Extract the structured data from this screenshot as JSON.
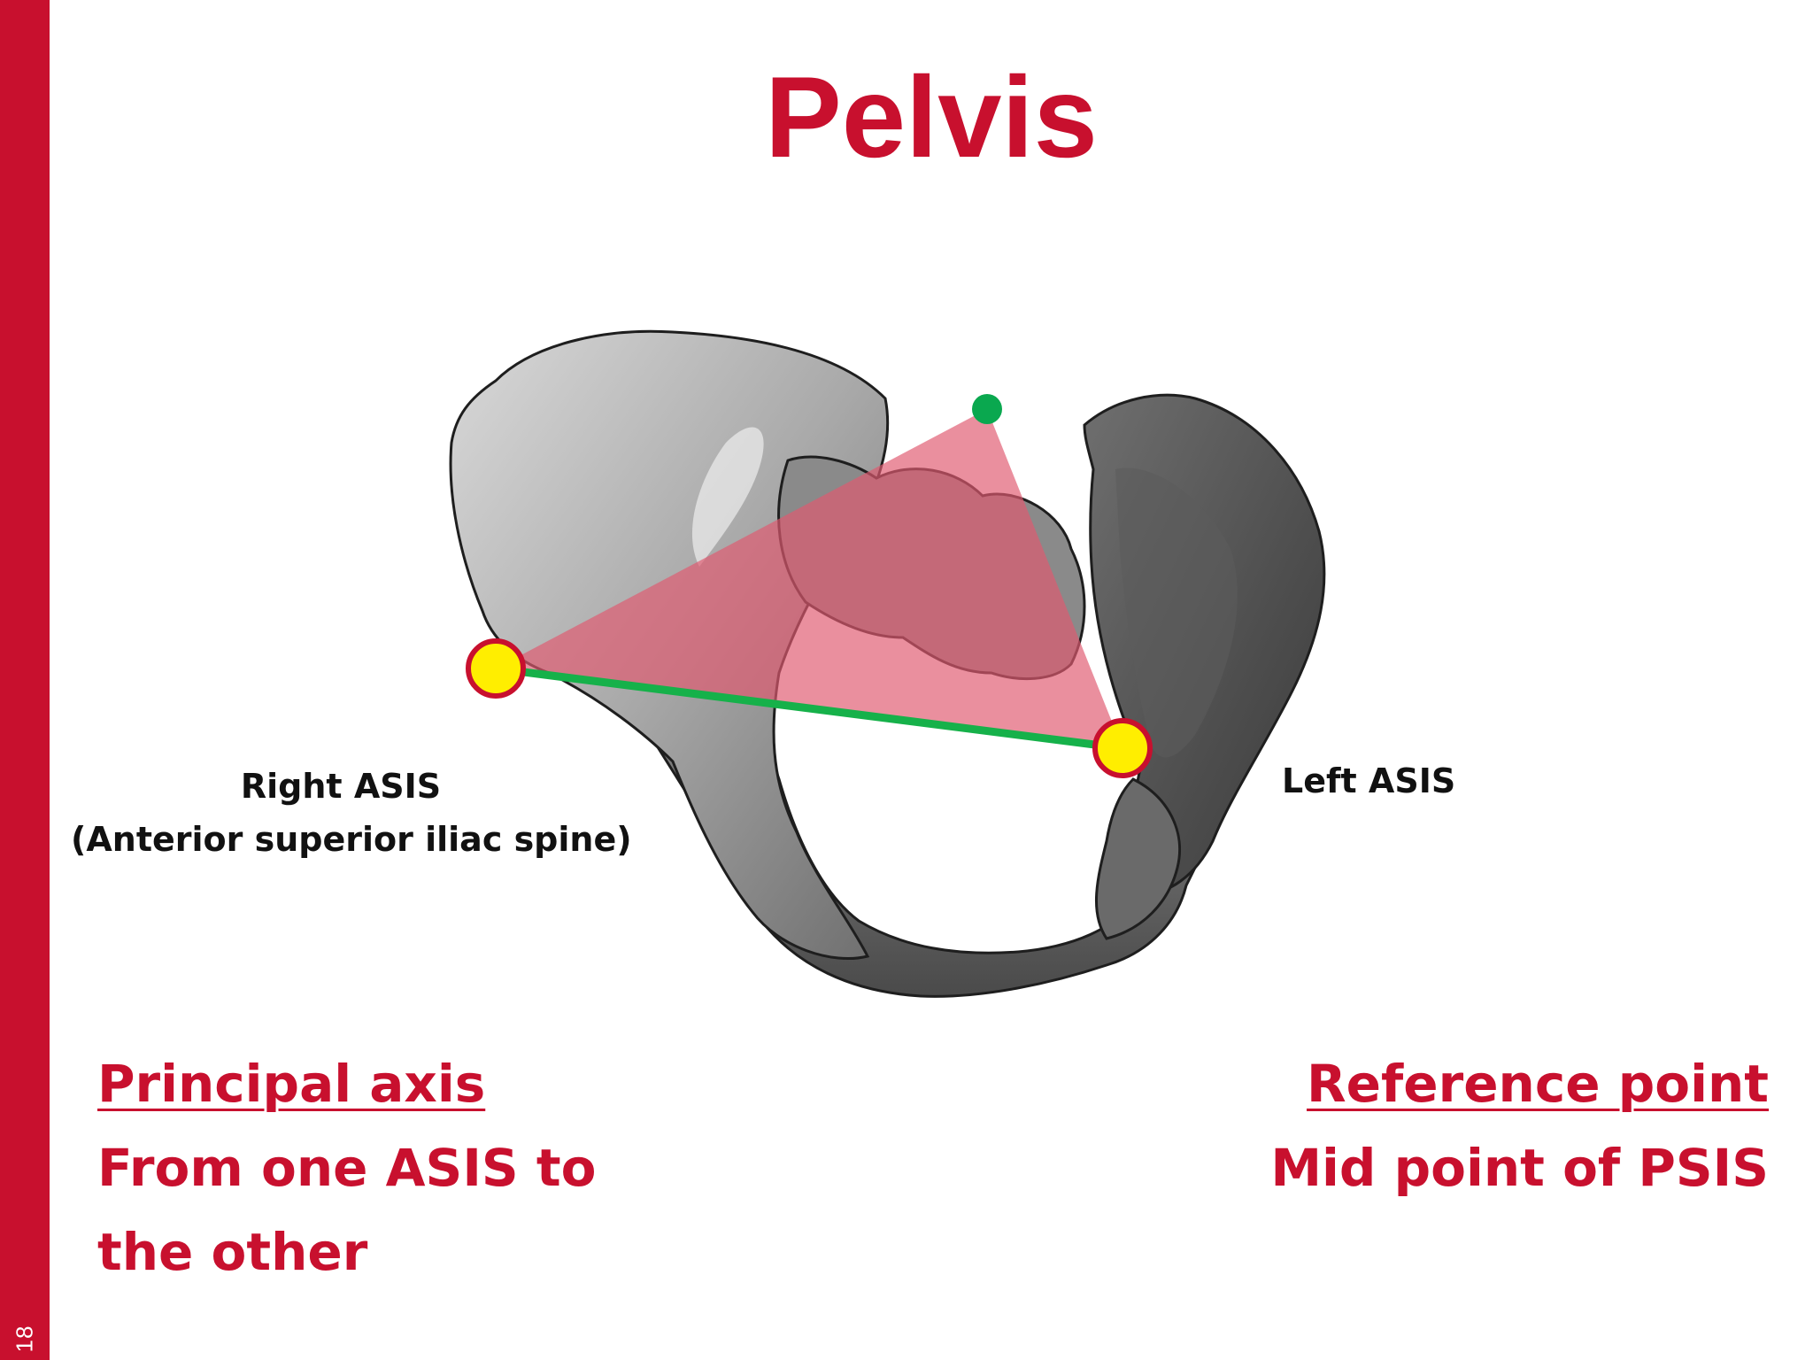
{
  "slide": {
    "page_number": "18",
    "title": "Pelvis",
    "accent_color": "#c8102e"
  },
  "figure": {
    "labels": {
      "right_asis": "Right ASIS",
      "right_asis_full": "(Anterior superior iliac spine)",
      "left_asis": "Left ASIS"
    },
    "marker_colors": {
      "asis_point": "#ffee00",
      "asis_point_outline": "#c8102e",
      "psis_point": "#0aa84f",
      "principal_axis_line": "#16b14a",
      "reference_triangle": "#e05a70"
    }
  },
  "principal_axis": {
    "heading": "Principal axis",
    "line1": "From one ASIS to",
    "line2": "the other"
  },
  "reference_point": {
    "heading": "Reference point",
    "line1": "Mid point of PSIS"
  }
}
